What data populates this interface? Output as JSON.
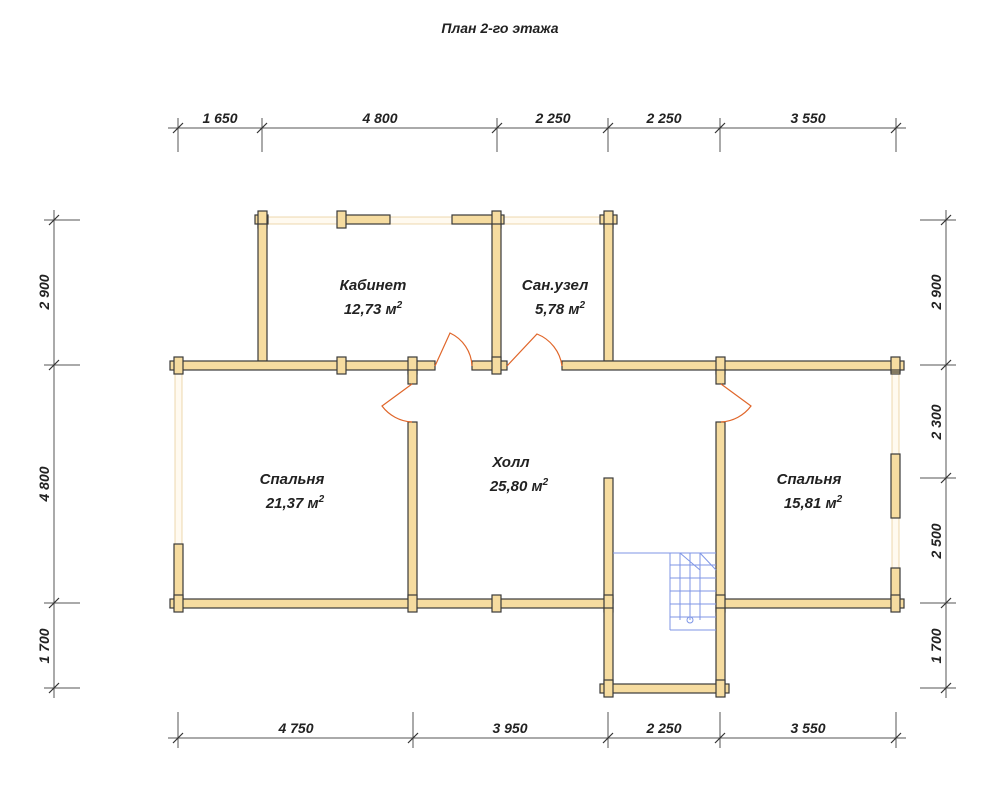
{
  "title": "План 2-го этажа",
  "top_dims": [
    "1 650",
    "4 800",
    "2 250",
    "2 250",
    "3 550"
  ],
  "bottom_dims": [
    "4 750",
    "3 950",
    "2 250",
    "3 550"
  ],
  "left_dims": [
    "2 900",
    "4 800",
    "1 700"
  ],
  "right_dims": [
    "2 900",
    "2 300",
    "2 500",
    "1 700"
  ],
  "rooms": [
    {
      "name": "Кабинет",
      "area": "12,73 м",
      "unit_sup": "2"
    },
    {
      "name": "Сан.узел",
      "area": "5,78 м",
      "unit_sup": "2"
    },
    {
      "name": "Спальня",
      "area": "21,37 м",
      "unit_sup": "2"
    },
    {
      "name": "Холл",
      "area": "25,80 м",
      "unit_sup": "2"
    },
    {
      "name": "Спальня",
      "area": "15,81 м",
      "unit_sup": "2"
    }
  ],
  "colors": {
    "wall": "#f6dca0",
    "door": "#e0662a",
    "stair": "#7f96e6"
  }
}
